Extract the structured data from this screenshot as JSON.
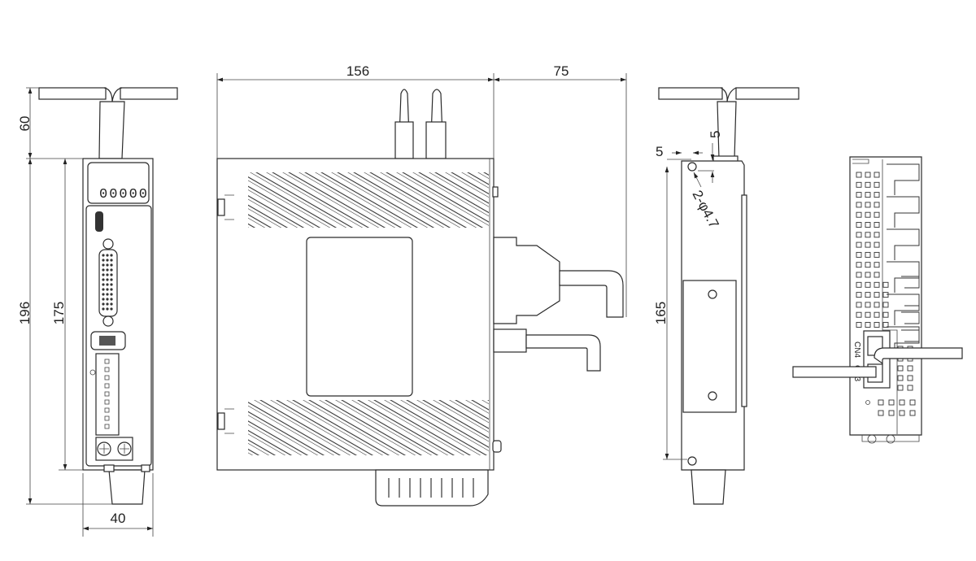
{
  "views": {
    "front": {
      "display_text": "00000",
      "dims": {
        "cable_height": "60",
        "total_height": "196",
        "body_height": "175",
        "width": "40"
      }
    },
    "side": {
      "dims": {
        "depth": "156",
        "cable_clearance": "75"
      }
    },
    "mounting": {
      "dims": {
        "hole_offset_x": "5",
        "hole_offset_y": "5",
        "hole_spec": "2-φ4.7",
        "hole_pitch": "165"
      }
    },
    "rear": {
      "labels": {
        "cn4": "CN4",
        "cn3": "CN3"
      }
    }
  },
  "colors": {
    "line": "#2a2a2a",
    "background": "#ffffff"
  }
}
